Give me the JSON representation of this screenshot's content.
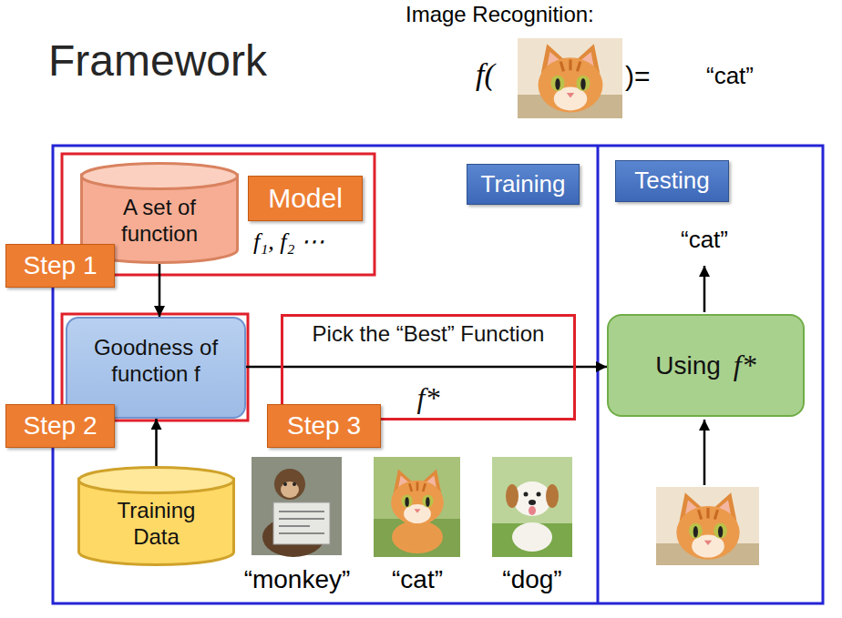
{
  "diagram": {
    "title": "Framework",
    "nodes": [
      {
        "text": [
          "A set of function"
        ]
      },
      {
        "text": [
          "Model"
        ]
      },
      {
        "text": [
          "Step 1"
        ]
      },
      {
        "text": [
          "Goodness of function f"
        ]
      },
      {
        "text": [
          "Step 2"
        ]
      },
      {
        "text": [
          "Pick the “Best” Function",
          "f*"
        ]
      },
      {
        "text": [
          "Step 3"
        ]
      },
      {
        "text": [
          "Training"
        ]
      },
      {
        "text": [
          "Testing"
        ]
      },
      {
        "text": [
          "Using",
          "f*"
        ]
      },
      {
        "text": [
          "Training Data"
        ]
      }
    ],
    "edges": [
      {
        "from": 0,
        "to": 3,
        "arrow": "to"
      },
      {
        "from": 10,
        "to": 3,
        "arrow": "to"
      },
      {
        "from": 3,
        "to": 9,
        "arrow": "to"
      }
    ],
    "labels": [
      "Image Recognition:",
      "f(",
      ")=",
      "“cat”",
      "f₁, f₂ ⋯",
      "“cat”",
      "“monkey”",
      "“cat”",
      "“dog”"
    ]
  }
}
